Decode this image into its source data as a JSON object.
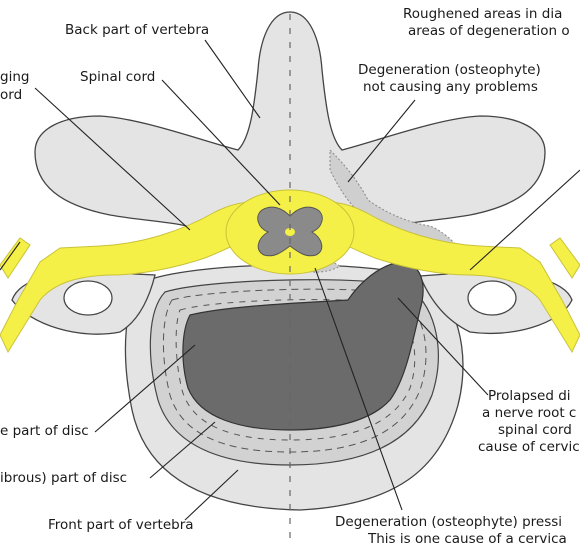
{
  "labels": {
    "back_vertebra": "Back part of vertebra",
    "spinal_cord": "Spinal cord",
    "bulging_1": "ging",
    "bulging_2": "ord",
    "roughened_1": "Roughened areas in dia",
    "roughened_2": "areas of degeneration o",
    "osteo_ok_1": "Degeneration (osteophyte)",
    "osteo_ok_2": "not causing any problems",
    "inner_disc": "e part of disc",
    "outer_disc": "ibrous) part of disc",
    "front_vertebra": "Front part of vertebra",
    "osteo_press_1": "Degeneration (osteophyte) pressi",
    "osteo_press_2": "This is one cause of a cervica",
    "prolapsed_1": "Prolapsed di",
    "prolapsed_2": "a nerve root c",
    "prolapsed_3": "spinal cord",
    "prolapsed_4": "cause of cervic"
  },
  "colors": {
    "bone": "#e4e4e4",
    "bone_outline": "#444444",
    "nerve": "#f5f047",
    "nucleus": "#6b6b6b",
    "annulus": "#c9c9c9",
    "background": "#ffffff"
  }
}
